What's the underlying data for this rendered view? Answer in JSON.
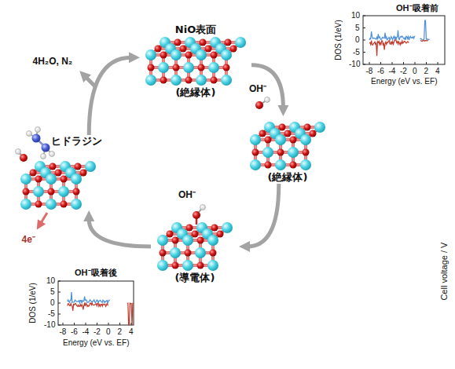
{
  "diagram": {
    "nodes": [
      {
        "text": [
          "NiO表面",
          "(絶縁体)"
        ]
      },
      {
        "text": [
          "(絶縁体)"
        ]
      },
      {
        "text": [
          "(導電体)"
        ]
      },
      {
        "text": [
          "ヒドラジン"
        ]
      }
    ],
    "edges": [
      {
        "from": 0,
        "to": 1,
        "arrow": "to",
        "label": "OH⁻"
      },
      {
        "from": 1,
        "to": 2,
        "arrow": "to"
      },
      {
        "from": 2,
        "to": 3,
        "arrow": "to"
      },
      {
        "from": 3,
        "to": 0,
        "arrow": "to"
      }
    ],
    "labels": [
      "4H₂O, N₂",
      "OH⁻",
      "4e⁻",
      "OH⁻吸着前",
      "DOS (1/eV)",
      "10",
      "5",
      "0",
      "-5",
      "-10",
      "-8",
      "-6",
      "-4",
      "-2",
      "0",
      "2",
      "4",
      "Energy (eV vs. EF)",
      "OH⁻吸着後",
      "DOS (1/eV)",
      "10",
      "5",
      "0",
      "-5",
      "-10",
      "-8",
      "-6",
      "-4",
      "-2",
      "0",
      "2",
      "4",
      "Energy (eV vs. EF)",
      "Cell voltage / V"
    ]
  }
}
